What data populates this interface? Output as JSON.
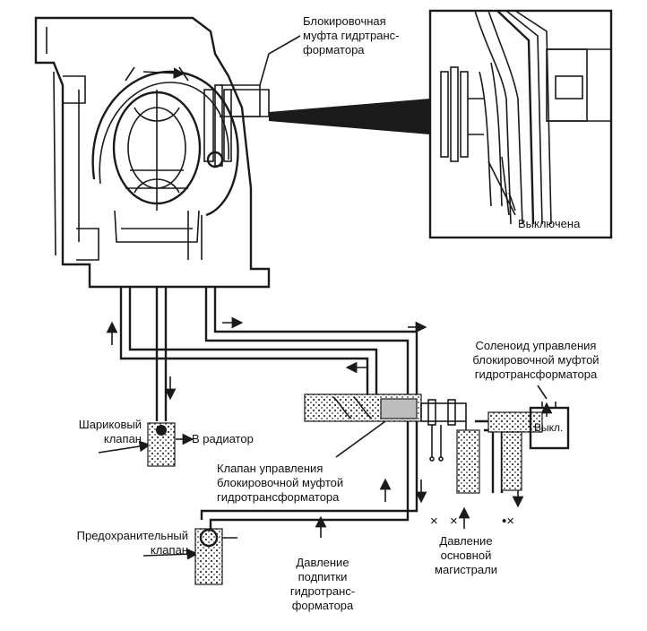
{
  "labels": {
    "lockup_clutch": [
      "Блокировочная",
      "муфта гидртранс-",
      "форматора"
    ],
    "disengaged": "Выключена",
    "solenoid": [
      "Соленоид управления",
      "блокировочной муфтой",
      "гидротрансформатора"
    ],
    "solenoid_state": "Выкл.",
    "ball_valve": [
      "Шариковый",
      "клапан"
    ],
    "to_radiator": "В радиатор",
    "control_valve": [
      "Клапан управления",
      "блокировочной муфтой",
      "гидротрансформатора"
    ],
    "relief_valve": [
      "Предохранительный",
      "клапан"
    ],
    "charge_pressure": [
      "Давление",
      "подпитки",
      "гидротранс-",
      "форматора"
    ],
    "line_pressure": [
      "Давление",
      "основной",
      "магистрали"
    ],
    "exhaust_marks": [
      "×",
      "×",
      "•×"
    ]
  }
}
